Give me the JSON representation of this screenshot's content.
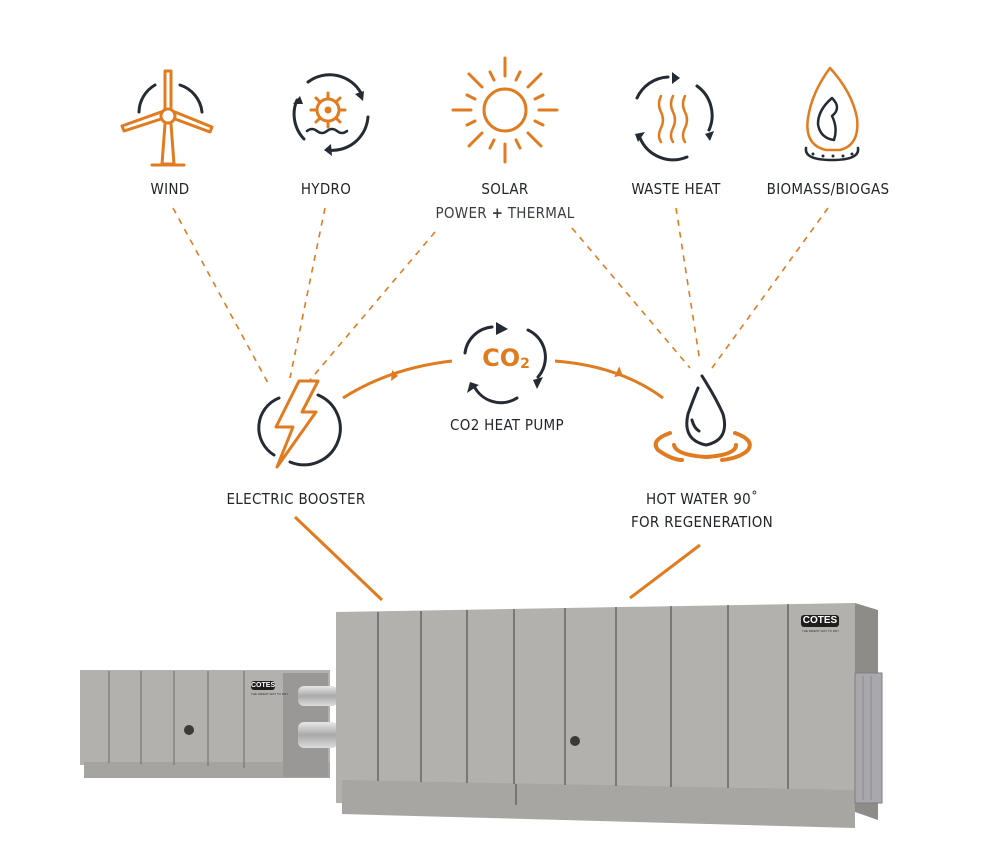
{
  "diagram": {
    "sources": [
      {
        "id": "wind",
        "label": "WIND",
        "icon": "wind-turbine-icon"
      },
      {
        "id": "hydro",
        "label": "HYDRO",
        "icon": "hydro-wheel-icon"
      },
      {
        "id": "solar",
        "label": "SOLAR",
        "sublabel_a": "POWER",
        "sublabel_plus": "+",
        "sublabel_b": "THERMAL",
        "icon": "sun-icon"
      },
      {
        "id": "waste_heat",
        "label": "WASTE HEAT",
        "icon": "waste-heat-icon"
      },
      {
        "id": "biomass",
        "label": "BIOMASS/BIOGAS",
        "icon": "flame-leaf-icon"
      }
    ],
    "nodes": {
      "electric_booster": {
        "label": "ELECTRIC BOOSTER",
        "icon": "lightning-bolt-icon"
      },
      "heat_pump": {
        "label": "CO2 HEAT PUMP",
        "icon_text": "CO",
        "icon_sub": "2"
      },
      "hot_water": {
        "line1": "HOT WATER 90˚",
        "line2": "FOR REGENERATION",
        "icon": "water-drop-icon"
      }
    },
    "connections": {
      "electric_booster_from": [
        "wind",
        "hydro",
        "solar"
      ],
      "hot_water_from": [
        "solar",
        "waste_heat",
        "biomass"
      ],
      "flow": [
        "electric_booster",
        "heat_pump",
        "hot_water"
      ]
    },
    "equipment": {
      "brand": "COTES",
      "tagline": "THE DRIEST WAY TO DRY"
    },
    "colors": {
      "accent": "#e07b20",
      "dark": "#252b33",
      "text": "#22262b",
      "unit_face": "#b3b1ae",
      "unit_shadow": "#8e8c89"
    }
  }
}
